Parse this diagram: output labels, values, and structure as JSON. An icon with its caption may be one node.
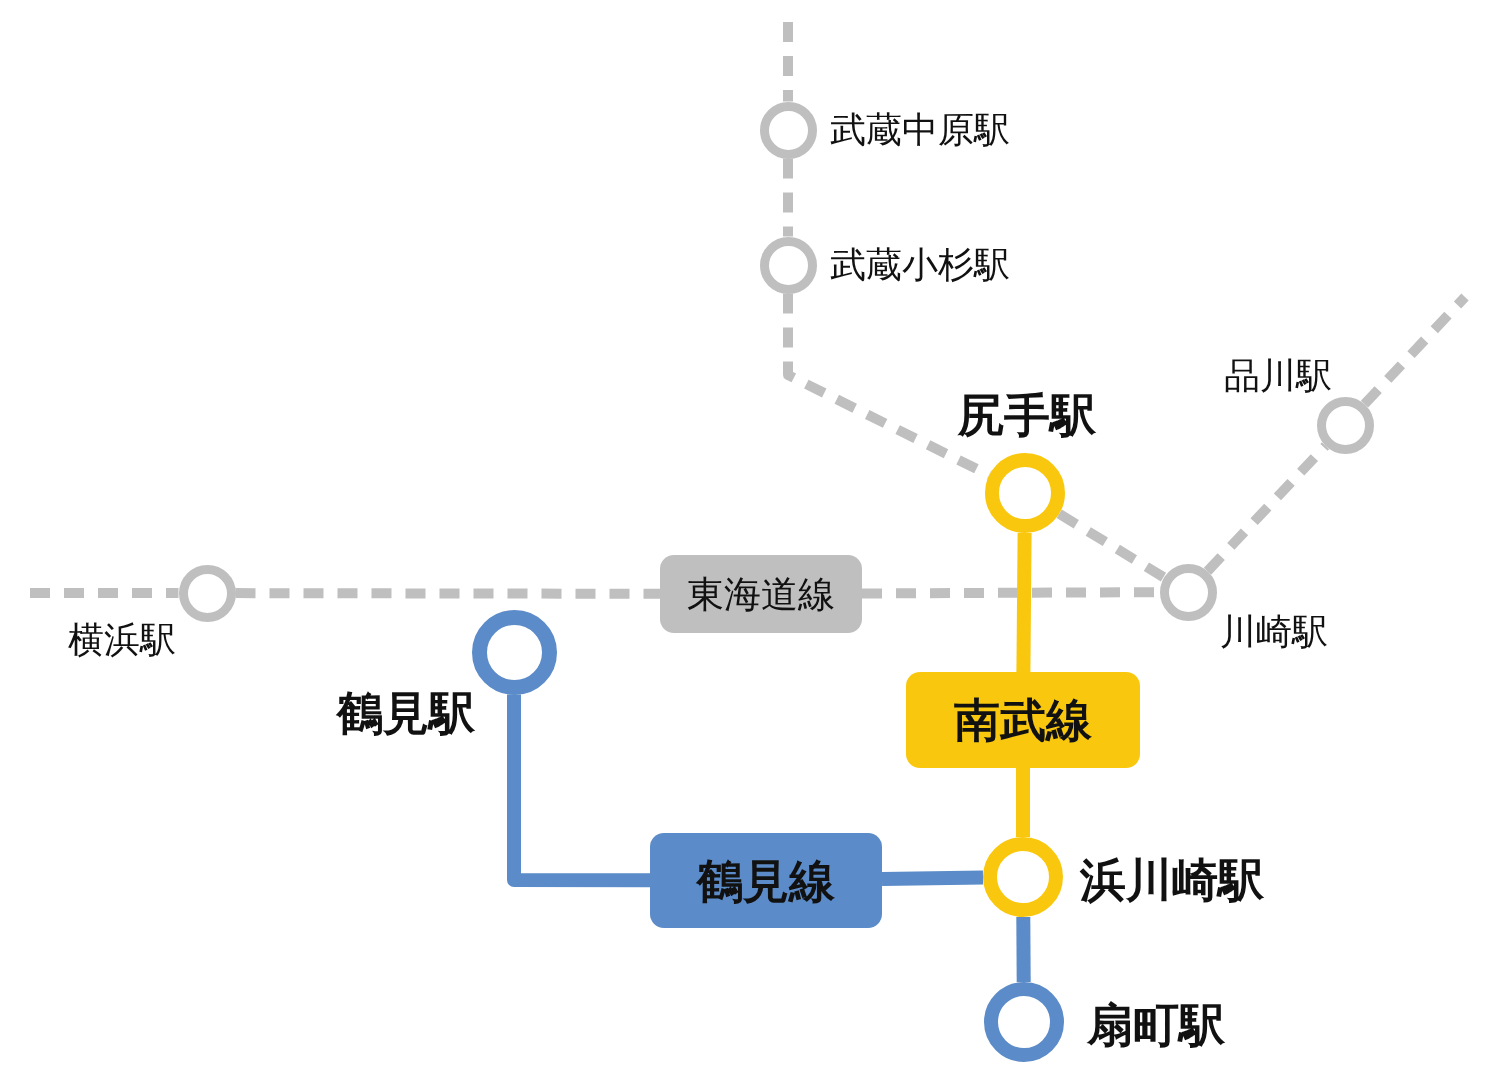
{
  "diagram": {
    "nodes": [
      {
        "text": [],
        "shape": "circle",
        "beside": [
          "武蔵中原駅"
        ]
      },
      {
        "text": [],
        "shape": "circle",
        "beside": [
          "武蔵小杉駅"
        ]
      },
      {
        "text": [],
        "shape": "circle",
        "beside": [
          "品川駅"
        ]
      },
      {
        "text": [],
        "shape": "circle",
        "beside": [
          "尻手駅"
        ]
      },
      {
        "text": [],
        "shape": "circle",
        "beside": [
          "横浜駅"
        ]
      },
      {
        "text": [
          "東海道線"
        ]
      },
      {
        "text": [],
        "shape": "circle",
        "beside": [
          "川崎駅"
        ]
      },
      {
        "text": [],
        "shape": "circle",
        "beside": [
          "鶴見駅"
        ]
      },
      {
        "text": [
          "南武線"
        ]
      },
      {
        "text": [
          "鶴見線"
        ]
      },
      {
        "text": [],
        "shape": "circle",
        "beside": [
          "浜川崎駅"
        ]
      },
      {
        "text": [],
        "shape": "circle",
        "beside": [
          "扇町駅"
        ]
      }
    ],
    "edges": [
      {
        "from": null,
        "to": 0,
        "arrow": "none",
        "style": "dashed"
      },
      {
        "from": 0,
        "to": 1,
        "arrow": "none",
        "style": "dashed"
      },
      {
        "from": 1,
        "to": 3,
        "arrow": "none",
        "style": "dashed"
      },
      {
        "from": 3,
        "to": 6,
        "arrow": "none",
        "style": "dashed"
      },
      {
        "from": null,
        "to": 4,
        "arrow": "none",
        "style": "dashed"
      },
      {
        "from": 4,
        "to": 5,
        "arrow": "none",
        "style": "dashed"
      },
      {
        "from": 5,
        "to": 6,
        "arrow": "none",
        "style": "dashed"
      },
      {
        "from": 6,
        "to": 2,
        "arrow": "none",
        "style": "dashed"
      },
      {
        "from": 2,
        "to": null,
        "arrow": "none",
        "style": "dashed"
      },
      {
        "from": 3,
        "to": 8,
        "arrow": "none",
        "color": "#f9c80e"
      },
      {
        "from": 8,
        "to": 10,
        "arrow": "none",
        "color": "#f9c80e"
      },
      {
        "from": 7,
        "to": 9,
        "arrow": "none",
        "color": "#5b8bc8"
      },
      {
        "from": 9,
        "to": 10,
        "arrow": "none",
        "color": "#5b8bc8"
      },
      {
        "from": 10,
        "to": 11,
        "arrow": "none",
        "color": "#5b8bc8"
      }
    ]
  }
}
